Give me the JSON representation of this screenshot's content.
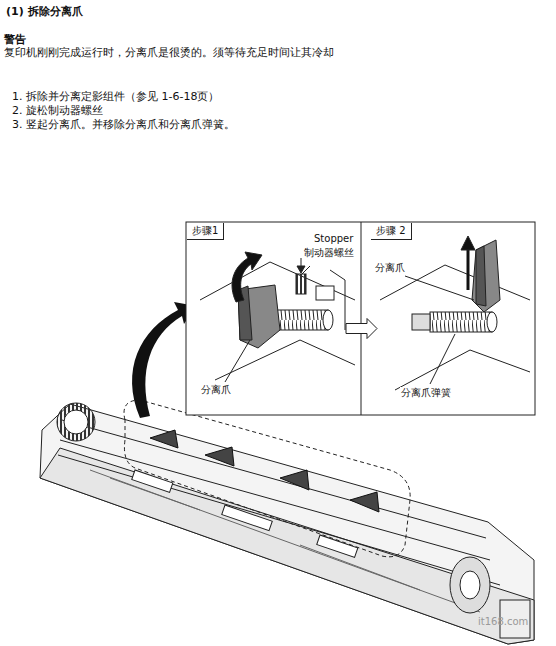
{
  "diagram": {
    "title": "(1) 拆除分离爪",
    "nodes": [
      {
        "text": [
          "步骤1"
        ]
      },
      {
        "text": [
          "步骤 2"
        ]
      }
    ],
    "edges": [
      {
        "from": 0,
        "to": 1,
        "arrow": "to"
      }
    ],
    "labels": [
      "警告",
      "复印机刚刚完成运行时，分离爪是很烫的。须等待充足时间让其冷却",
      "1. 拆除并分离定影组件（参见 1-6-18页）",
      "2. 旋松制动器螺丝",
      "3. 竖起分离爪。并移除分离爪和分离爪弹簧。",
      "Stopper",
      "制动器螺丝",
      "分离爪",
      "分离爪",
      "分离爪弹簧",
      "it168.com"
    ]
  }
}
